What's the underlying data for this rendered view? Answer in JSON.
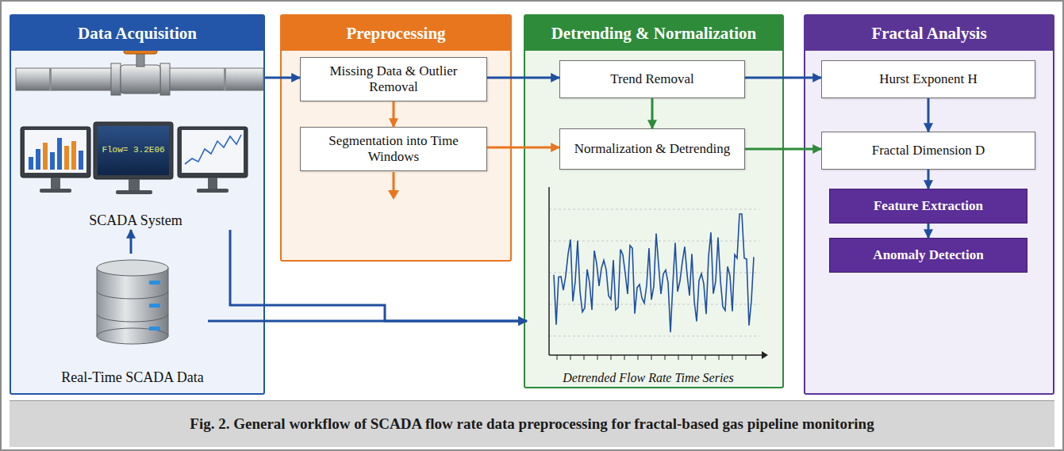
{
  "diagram": {
    "caption": "Fig. 2. General workflow of SCADA flow rate data preprocessing for fractal-based gas pipeline monitoring",
    "nodes": [
      {
        "text": [
          "Data Acquisition"
        ]
      },
      {
        "text": [
          "SCADA System"
        ],
        "in": 0
      },
      {
        "text": [
          "Real-Time SCADA Data"
        ],
        "in": 0
      },
      {
        "text": [
          "Preprocessing"
        ]
      },
      {
        "text": [
          "Missing Data & Outlier Removal"
        ],
        "in": 3
      },
      {
        "text": [
          "Segmentation into Time Windows"
        ],
        "in": 3
      },
      {
        "text": [
          "Detrending & Normalization"
        ]
      },
      {
        "text": [
          "Trend Removal"
        ],
        "in": 6
      },
      {
        "text": [
          "Normalization & Detrending"
        ],
        "in": 6
      },
      {
        "text": [
          "Detrended Flow Rate Time Series"
        ],
        "in": 6
      },
      {
        "text": [
          "Fractal Analysis"
        ]
      },
      {
        "text": [
          "Hurst Exponent H"
        ],
        "in": 10
      },
      {
        "text": [
          "Fractal Dimension D"
        ],
        "in": 10
      },
      {
        "text": [
          "Feature Extraction"
        ],
        "in": 10
      },
      {
        "text": [
          "Anomaly Detection"
        ],
        "in": 10
      }
    ],
    "edges": [
      {
        "from": 0,
        "to": 4,
        "arrow": "to"
      },
      {
        "from": 4,
        "to": 5,
        "arrow": "to"
      },
      {
        "from": 4,
        "to": 7,
        "arrow": "to"
      },
      {
        "from": 7,
        "to": 8,
        "arrow": "to"
      },
      {
        "from": 5,
        "to": 8,
        "arrow": "to"
      },
      {
        "from": 7,
        "to": 11,
        "arrow": "to"
      },
      {
        "from": 8,
        "to": 12,
        "arrow": "to"
      },
      {
        "from": 11,
        "to": 12,
        "arrow": "to"
      },
      {
        "from": 12,
        "to": 13,
        "arrow": "to"
      },
      {
        "from": 13,
        "to": 14,
        "arrow": "to"
      },
      {
        "from": 2,
        "to": 1,
        "arrow": "to"
      },
      {
        "from": 1,
        "to": 9,
        "arrow": "to"
      },
      {
        "from": 2,
        "to": 9,
        "arrow": "to"
      }
    ],
    "labels": [
      "Flow= 3.2E06"
    ]
  }
}
